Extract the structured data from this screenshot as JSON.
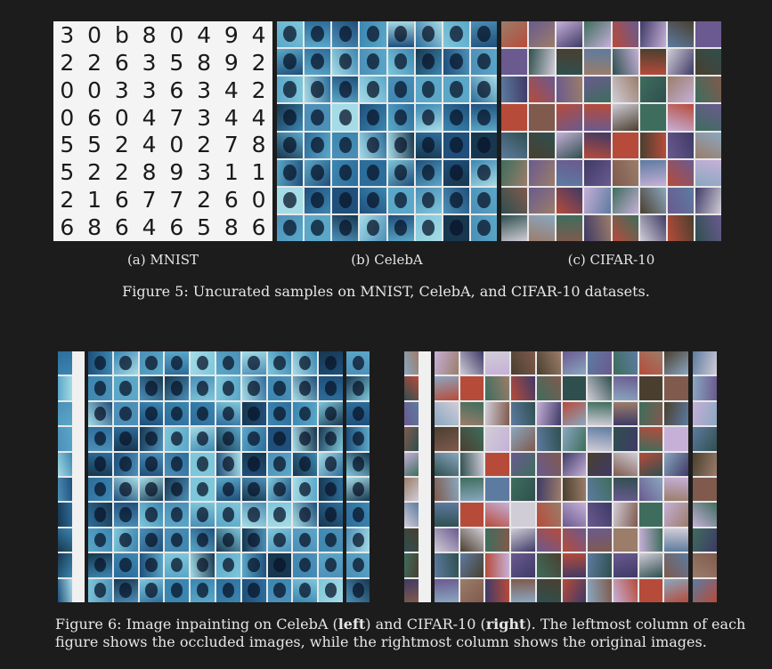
{
  "fig5": {
    "captions": [
      "(a) MNIST",
      "(b) CelebA",
      "(c) CIFAR-10"
    ],
    "title": "Figure 5: Uncurated samples on MNIST, CelebA, and CIFAR-10 datasets.",
    "mnist_rows": [
      [
        "3",
        "0",
        "b",
        "8",
        "0",
        "4",
        "9",
        "4"
      ],
      [
        "2",
        "2",
        "6",
        "3",
        "5",
        "8",
        "9",
        "2"
      ],
      [
        "0",
        "0",
        "3",
        "3",
        "6",
        "3",
        "4",
        "2"
      ],
      [
        "0",
        "6",
        "0",
        "4",
        "7",
        "3",
        "4",
        "4"
      ],
      [
        "5",
        "5",
        "2",
        "4",
        "0",
        "2",
        "7",
        "8"
      ],
      [
        "5",
        "2",
        "2",
        "8",
        "9",
        "3",
        "1",
        "1"
      ],
      [
        "2",
        "1",
        "6",
        "7",
        "7",
        "2",
        "6",
        "0"
      ],
      [
        "6",
        "8",
        "6",
        "4",
        "6",
        "5",
        "8",
        "6"
      ]
    ]
  },
  "fig6": {
    "caption_prefix": "Figure 6: Image inpainting on CelebA (",
    "left_word": "left",
    "caption_mid": ") and CIFAR-10 (",
    "right_word": "right",
    "caption_suffix": "). The leftmost column of each",
    "caption_line2": "figure shows the occluded images, while the rightmost column shows the original images."
  },
  "palette": {
    "celeba": [
      "#1f4f7a",
      "#2d6d9b",
      "#3b86b0",
      "#5aa7c8",
      "#7ec6da",
      "#a5dbe6",
      "#17374f",
      "#4c8fb7"
    ],
    "cifar": [
      "#3e3a66",
      "#6a5a8f",
      "#8aa7c0",
      "#c6b0d8",
      "#2f4f4f",
      "#7f5a4d",
      "#9b7d6a",
      "#5d7ba0",
      "#b74b3a",
      "#3e6d5d",
      "#d1cdd7",
      "#4a3f2f"
    ]
  }
}
